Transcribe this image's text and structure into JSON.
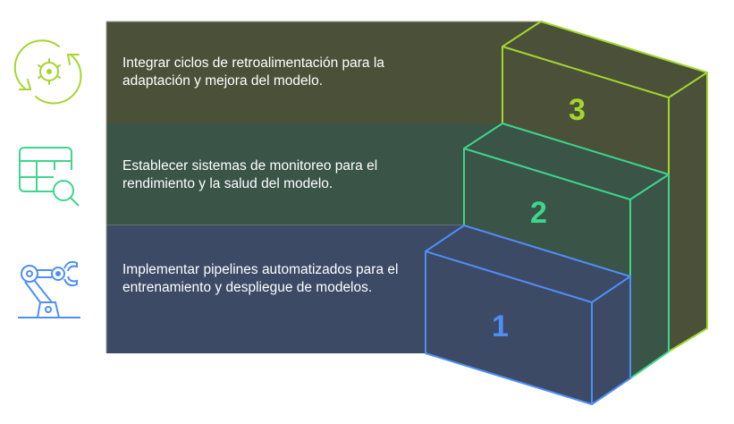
{
  "steps": [
    {
      "number": "1",
      "text": "Implementar pipelines automatizados para el entrenamiento y despliegue de modelos.",
      "icon": "robot-arm-icon",
      "color": "#4f8ef7"
    },
    {
      "number": "2",
      "text": "Establecer sistemas de monitoreo para el rendimiento y la salud del modelo.",
      "icon": "table-search-icon",
      "color": "#3dd68c"
    },
    {
      "number": "3",
      "text": "Integrar ciclos de retroalimentación para la adaptación y mejora del modelo.",
      "icon": "gear-cycle-icon",
      "color": "#a4d62e"
    }
  ],
  "colors": {
    "band1": "#3c4a66",
    "band2": "#3a5448",
    "band3": "#4b5139"
  }
}
